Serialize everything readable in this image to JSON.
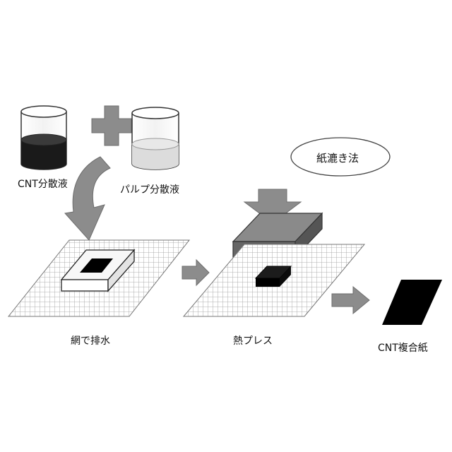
{
  "labels": {
    "cnt_dispersion": "CNT分散液",
    "pulp_dispersion": "パルプ分散液",
    "method": "紙漉き法",
    "drain": "網で排水",
    "hot_press": "熱プレス",
    "cnt_composite_paper": "CNT複合紙"
  },
  "colors": {
    "cnt_liquid": "#1a1a1a",
    "pulp_liquid": "#dcdcdc",
    "press": "#7a7a7a",
    "arrow": "#7f7f7f",
    "product": "#000000"
  }
}
